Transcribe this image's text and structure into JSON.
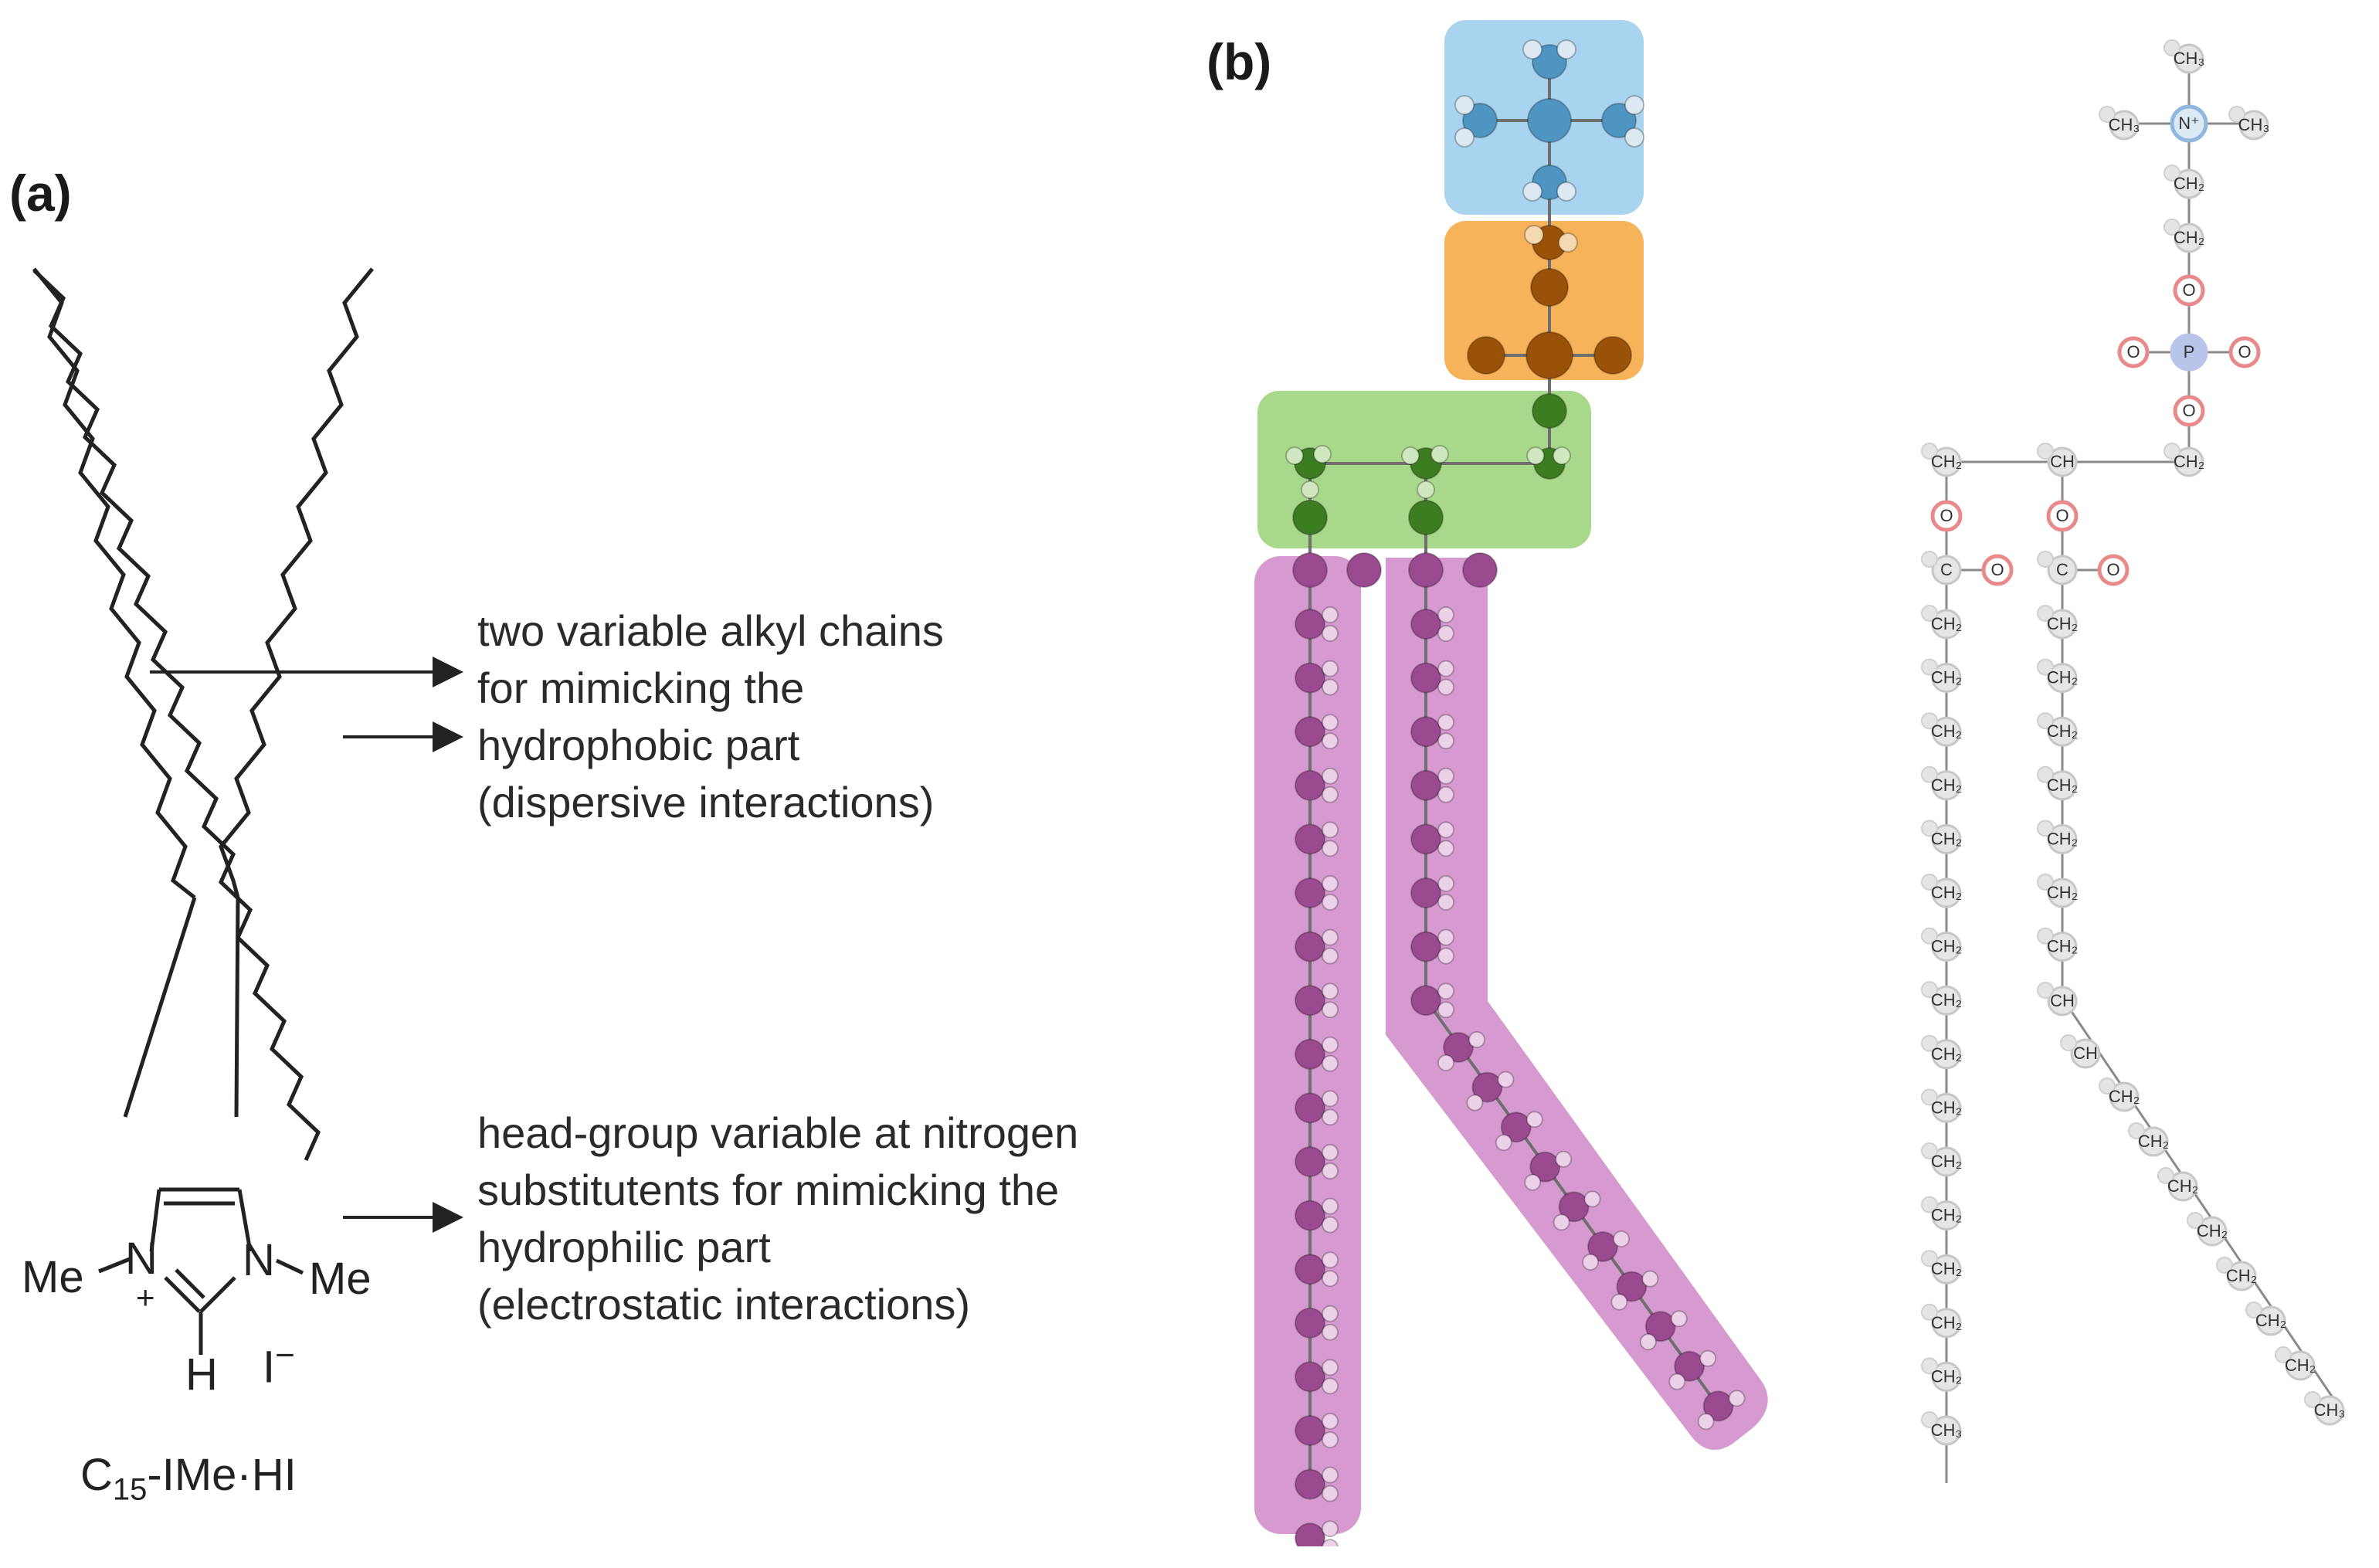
{
  "panel_a": {
    "label": "(a)",
    "annotation_top": [
      "two variable alkyl chains",
      "for mimicking the",
      "hydrophobic part",
      "(dispersive interactions)"
    ],
    "annotation_bottom": [
      "head-group variable at nitrogen",
      "substitutents for mimicking the",
      "hydrophilic part",
      "(electrostatic interactions)"
    ],
    "left_substituent": "Me",
    "right_substituent": "Me",
    "left_nitrogen": "N",
    "right_nitrogen": "N",
    "charge": "+",
    "hydrogen": "H",
    "counterion": "I",
    "counterion_charge": "−",
    "compound": {
      "prefix": "C",
      "subscript": "15",
      "suffix": "-IMe·HI"
    }
  },
  "panel_b": {
    "label": "(b)",
    "colors": {
      "choline_box": "#a9d4ef",
      "choline_atom": "#4f95c2",
      "phosphate_box": "#f7b35a",
      "phosphate_atom": "#9a5208",
      "glycerol_box": "#a8d98a",
      "glycerol_atom": "#3c7d22",
      "tail_box": "#d79ad0",
      "tail_atom": "#9a4b8f",
      "hydrogen_atom": "#e8e8e8",
      "oxygen_ring": "#e88a8a",
      "nitrogen_ring": "#8fb8dd",
      "phosphorus_ring": "#b9c4ea"
    },
    "formula": {
      "head_methyls": [
        "CH₃",
        "CH₃",
        "CH₃"
      ],
      "nitrogen": "N⁺",
      "linker": [
        "CH₂",
        "CH₂"
      ],
      "oxygen": "O",
      "phosphorus": "P",
      "glycerol": [
        "CH₂",
        "CH",
        "CH₂"
      ],
      "carbonyl_carbon": "C",
      "saturated_chain": [
        "CH₂",
        "CH₂",
        "CH₂",
        "CH₂",
        "CH₂",
        "CH₂",
        "CH₂",
        "CH₂",
        "CH₂",
        "CH₂",
        "CH₂",
        "CH₂",
        "CH₂",
        "CH₂",
        "CH₂",
        "CH₃"
      ],
      "unsaturated_chain_straight": [
        "CH₂",
        "CH₂",
        "CH₂",
        "CH₂",
        "CH₂",
        "CH₂",
        "CH₂"
      ],
      "double_bond_pair": [
        "CH",
        "CH"
      ],
      "unsaturated_chain_kinked": [
        "CH₂",
        "CH₂",
        "CH₂",
        "CH₂",
        "CH₂",
        "CH₂",
        "CH₂",
        "CH₃"
      ]
    }
  }
}
